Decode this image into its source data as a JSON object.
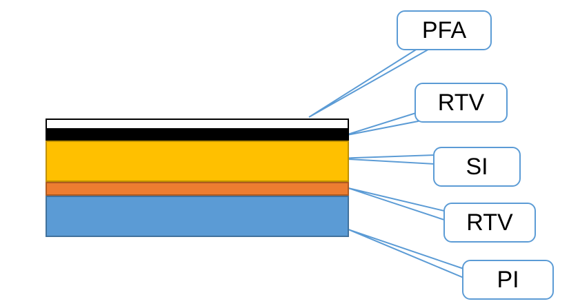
{
  "layers": [
    {
      "key": "pfa",
      "fill": "#ffffff",
      "border": "#000000"
    },
    {
      "key": "rtv_top",
      "fill": "#000000",
      "border": "#000000"
    },
    {
      "key": "si",
      "fill": "#ffc000",
      "border": "#bf9000"
    },
    {
      "key": "rtv_bottom",
      "fill": "#ed7d31",
      "border": "#ae5a21"
    },
    {
      "key": "pi",
      "fill": "#5b9bd5",
      "border": "#41719c"
    }
  ],
  "labels": {
    "pfa": "PFA",
    "rtv_top": "RTV",
    "si": "SI",
    "rtv_bottom": "RTV",
    "pi": "PI"
  },
  "colors": {
    "callout_border": "#5b9bd5",
    "leader_line": "#5b9bd5"
  }
}
